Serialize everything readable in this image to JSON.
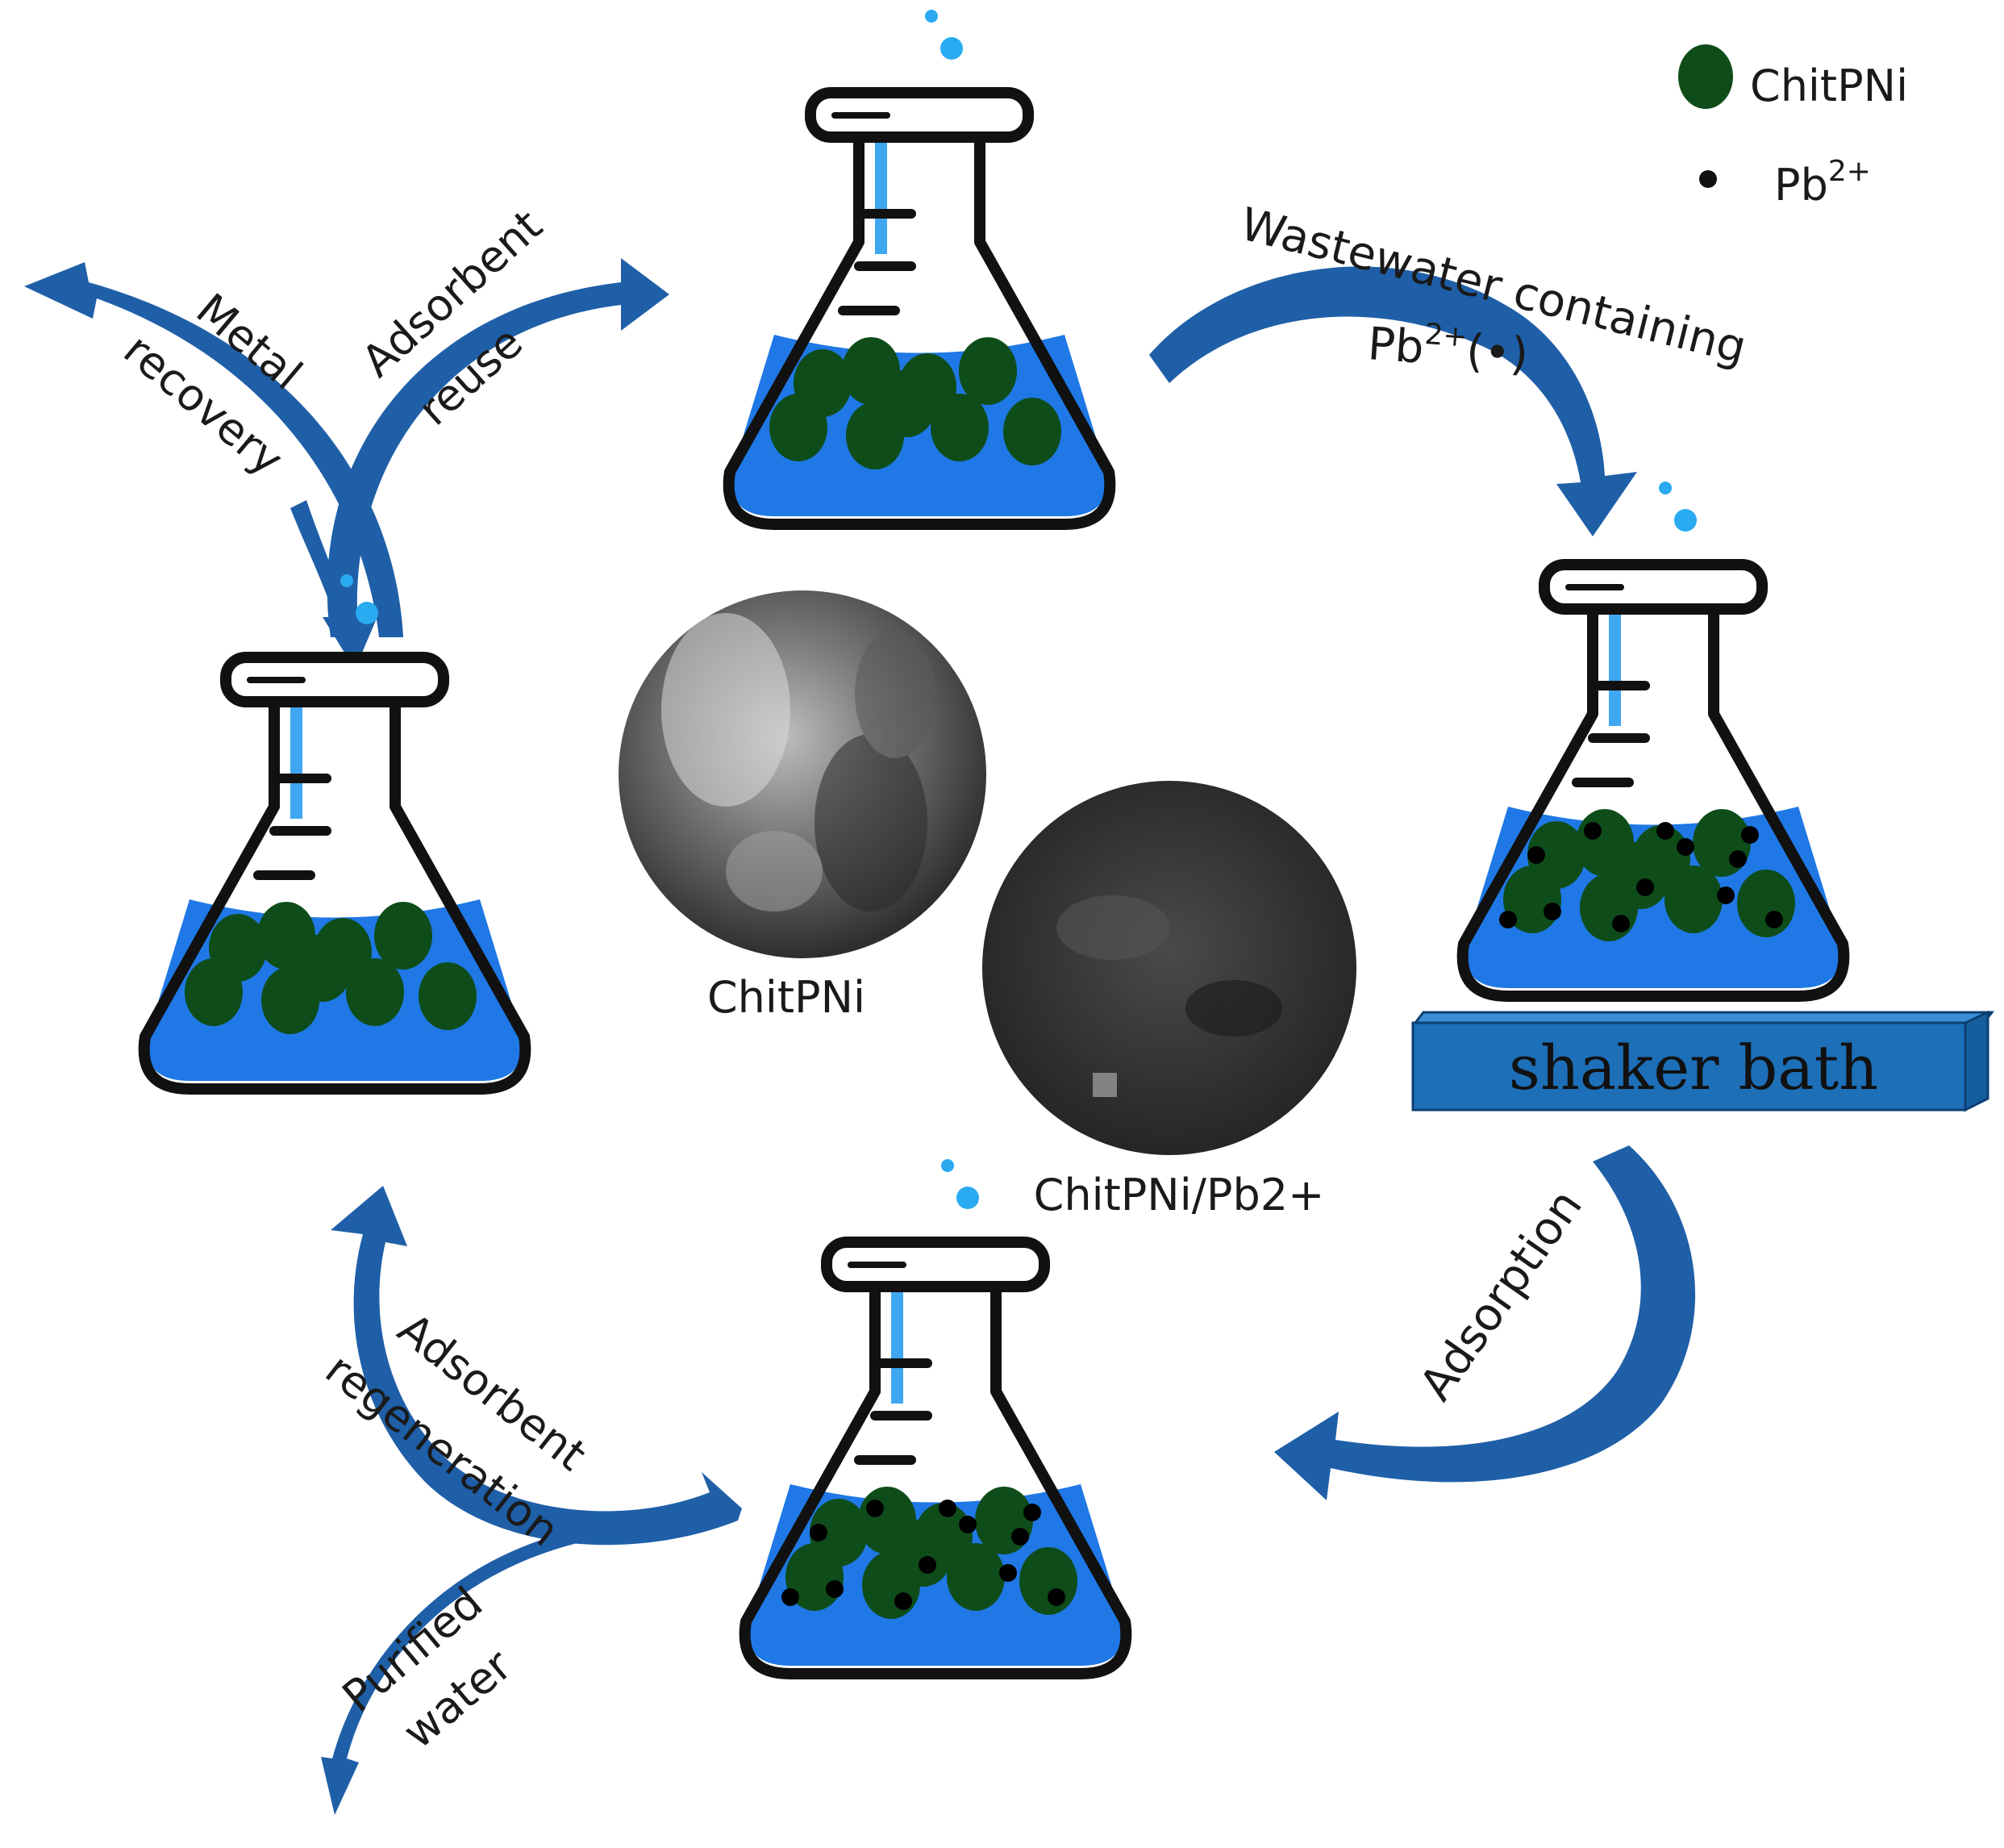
{
  "legend": {
    "items": [
      {
        "symbol": "green-ellipse",
        "label": "ChitPNi"
      },
      {
        "symbol": "black-dot",
        "label": "Pb",
        "sup": "2+"
      }
    ]
  },
  "labels": {
    "wastewater_line1": "Wastewater containing",
    "wastewater_pb": "Pb",
    "wastewater_sup": "2+",
    "wastewater_tail": "(•)",
    "shaker": "shaker bath",
    "adsorption": "Adsorption",
    "regen_line1": "Adsorbent",
    "regen_line2": "regeneration",
    "purified_line1": "Purified",
    "purified_line2": "water",
    "metal_line1": "Metal",
    "metal_line2": "recovery",
    "reuse_line1": "Adsorbent",
    "reuse_line2": "reuse",
    "sem_chitpni": "ChitPNi",
    "sem_chitpni_pb": "ChitPNi/Pb2+"
  },
  "colors": {
    "arrow": "#1f5fa8",
    "liquid": "#1f78e6",
    "liquid_light": "#3fa7f0",
    "bead": "#0e4d1a",
    "outline": "#111111",
    "shaker": "#1d6fb8",
    "bubble": "#2aaaf0"
  }
}
